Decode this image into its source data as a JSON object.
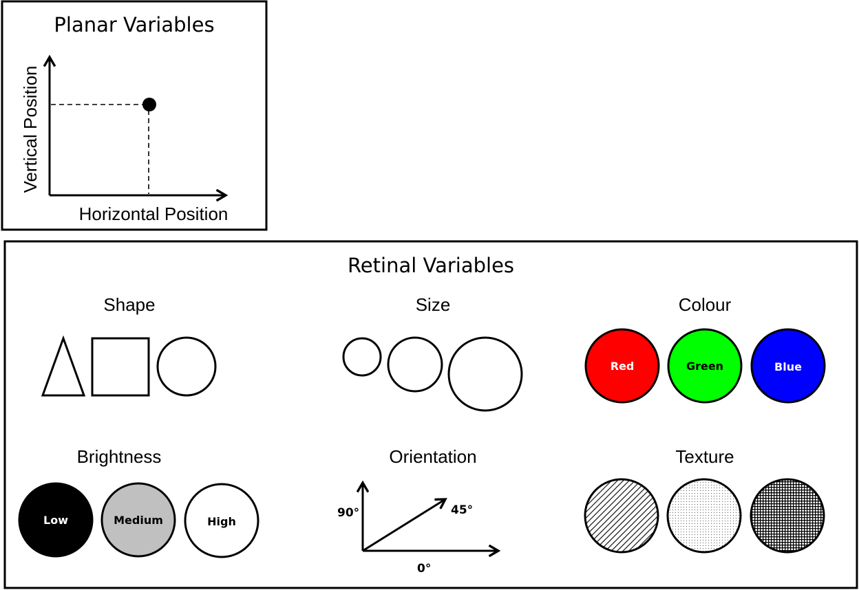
{
  "planar": {
    "title": "Planar Variables",
    "x_axis_label": "Horizontal Position",
    "y_axis_label": "Vertical Position"
  },
  "retinal": {
    "title": "Retinal Variables",
    "shape": {
      "heading": "Shape"
    },
    "size": {
      "heading": "Size"
    },
    "colour": {
      "heading": "Colour",
      "items": [
        {
          "label": "Red",
          "fill": "#ff0000",
          "text_color": "#ffffff"
        },
        {
          "label": "Green",
          "fill": "#00ff00",
          "text_color": "#000000"
        },
        {
          "label": "Blue",
          "fill": "#0000ff",
          "text_color": "#ffffff"
        }
      ]
    },
    "brightness": {
      "heading": "Brightness",
      "items": [
        {
          "label": "Low",
          "fill": "#000000",
          "text_color": "#ffffff"
        },
        {
          "label": "Medium",
          "fill": "#c0c0c0",
          "text_color": "#000000"
        },
        {
          "label": "High",
          "fill": "#ffffff",
          "text_color": "#000000"
        }
      ]
    },
    "orientation": {
      "heading": "Orientation",
      "angle_labels": {
        "deg90": "90°",
        "deg45": "45°",
        "deg0": "0°"
      }
    },
    "texture": {
      "heading": "Texture"
    }
  }
}
